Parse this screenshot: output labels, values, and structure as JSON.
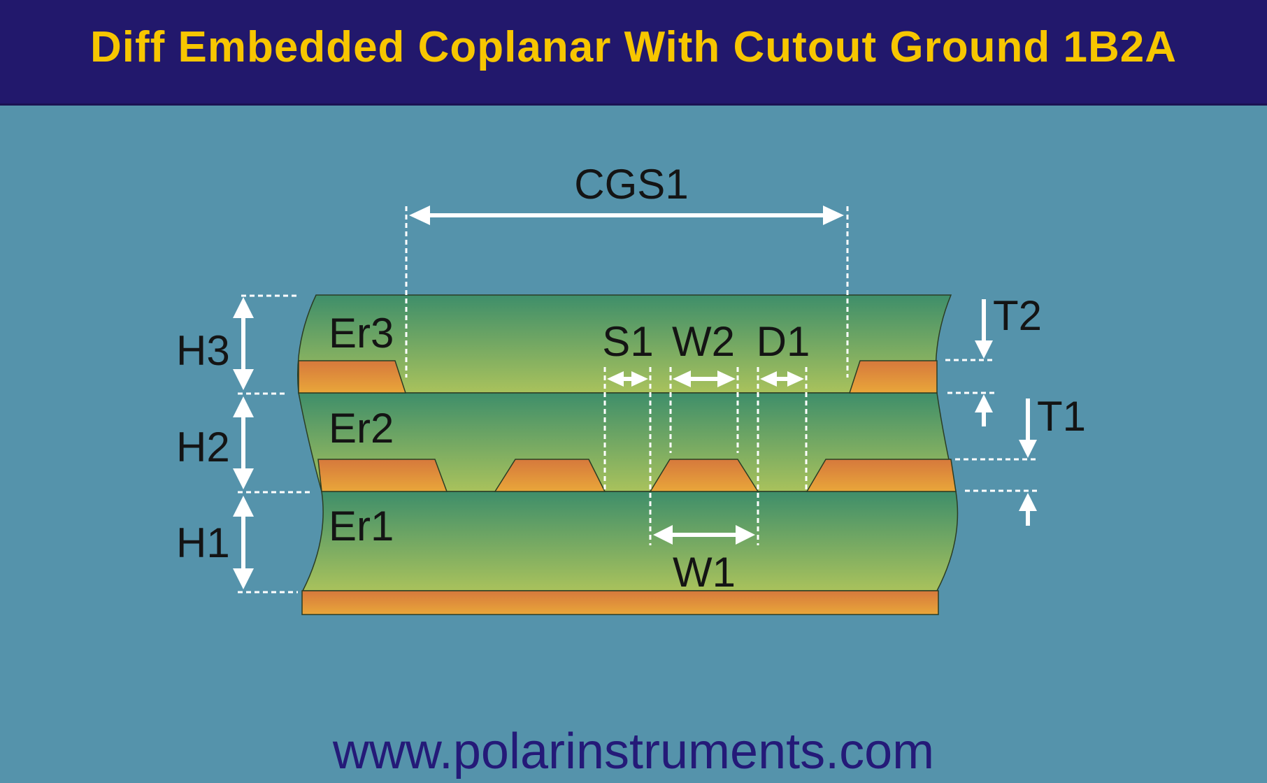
{
  "title": "Diff Embedded Coplanar With Cutout Ground 1B2A",
  "website": "www.polarinstruments.com",
  "labels": {
    "cgs1": "CGS1",
    "er3": "Er3",
    "er2": "Er2",
    "er1": "Er1",
    "h3": "H3",
    "h2": "H2",
    "h1": "H1",
    "s1": "S1",
    "w2": "W2",
    "d1": "D1",
    "w1": "W1",
    "t2": "T2",
    "t1": "T1"
  },
  "colors": {
    "header_bg": "#22186c",
    "title_text": "#f7c600",
    "background": "#5593ab",
    "dielectric_top": "#3e8e6a",
    "dielectric_bottom": "#a9c25c",
    "conductor_top": "#d87a3a",
    "conductor_bottom": "#e9a43a",
    "website_text": "#241a78"
  }
}
